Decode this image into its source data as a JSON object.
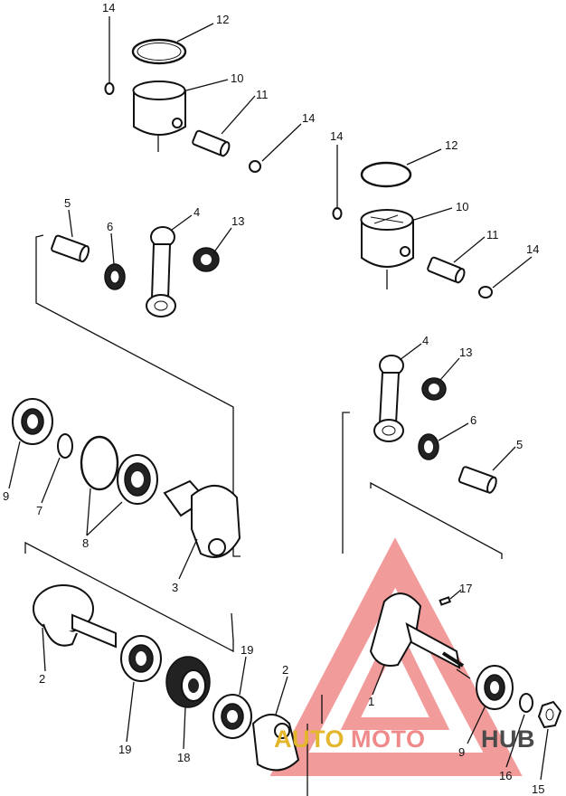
{
  "callouts": {
    "c14a": "14",
    "c12a": "12",
    "c10a": "10",
    "c11a": "11",
    "c14b": "14",
    "c5a": "5",
    "c6a": "6",
    "c4a": "4",
    "c13a": "13",
    "c9a": "9",
    "c7": "7",
    "c8": "8",
    "c3": "3",
    "c2a": "2",
    "c19a": "19",
    "c18": "18",
    "c19b": "19",
    "c2b": "2",
    "c14c": "14",
    "c12b": "12",
    "c10b": "10",
    "c11b": "11",
    "c14d": "14",
    "c4b": "4",
    "c13b": "13",
    "c6b": "6",
    "c5b": "5",
    "c17": "17",
    "c1": "1",
    "c9b": "9",
    "c16": "16",
    "c15": "15"
  },
  "watermark": {
    "word_auto": "AUTO",
    "word_moto": "MOTO",
    "word_hub": "HUB",
    "accent_color": "#f08a8a",
    "gold_color": "#e3b62c",
    "dark_color": "#4a4a4a"
  }
}
